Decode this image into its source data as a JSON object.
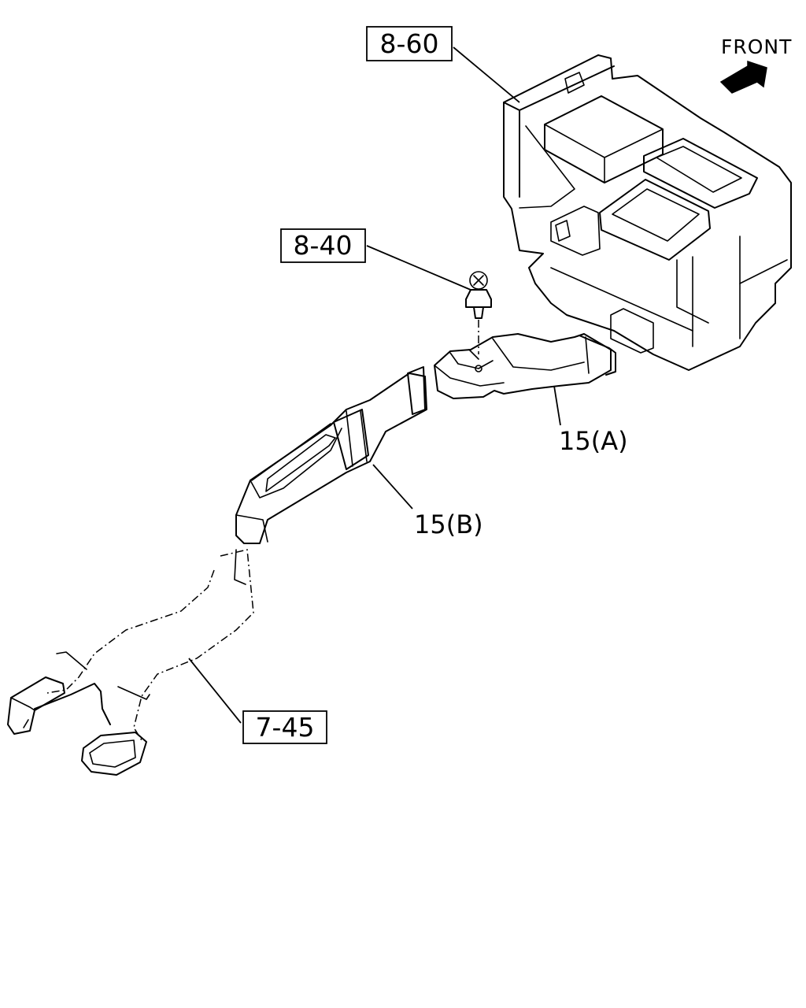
{
  "front_indicator": {
    "label": "FRONT"
  },
  "reference_boxes": [
    {
      "id": "ref-8-60",
      "label": "8-60"
    },
    {
      "id": "ref-8-40",
      "label": "8-40"
    },
    {
      "id": "ref-7-45",
      "label": "7-45"
    }
  ],
  "part_callouts": [
    {
      "id": "part-15a",
      "label": "15(A)"
    },
    {
      "id": "part-15b",
      "label": "15(B)"
    }
  ]
}
